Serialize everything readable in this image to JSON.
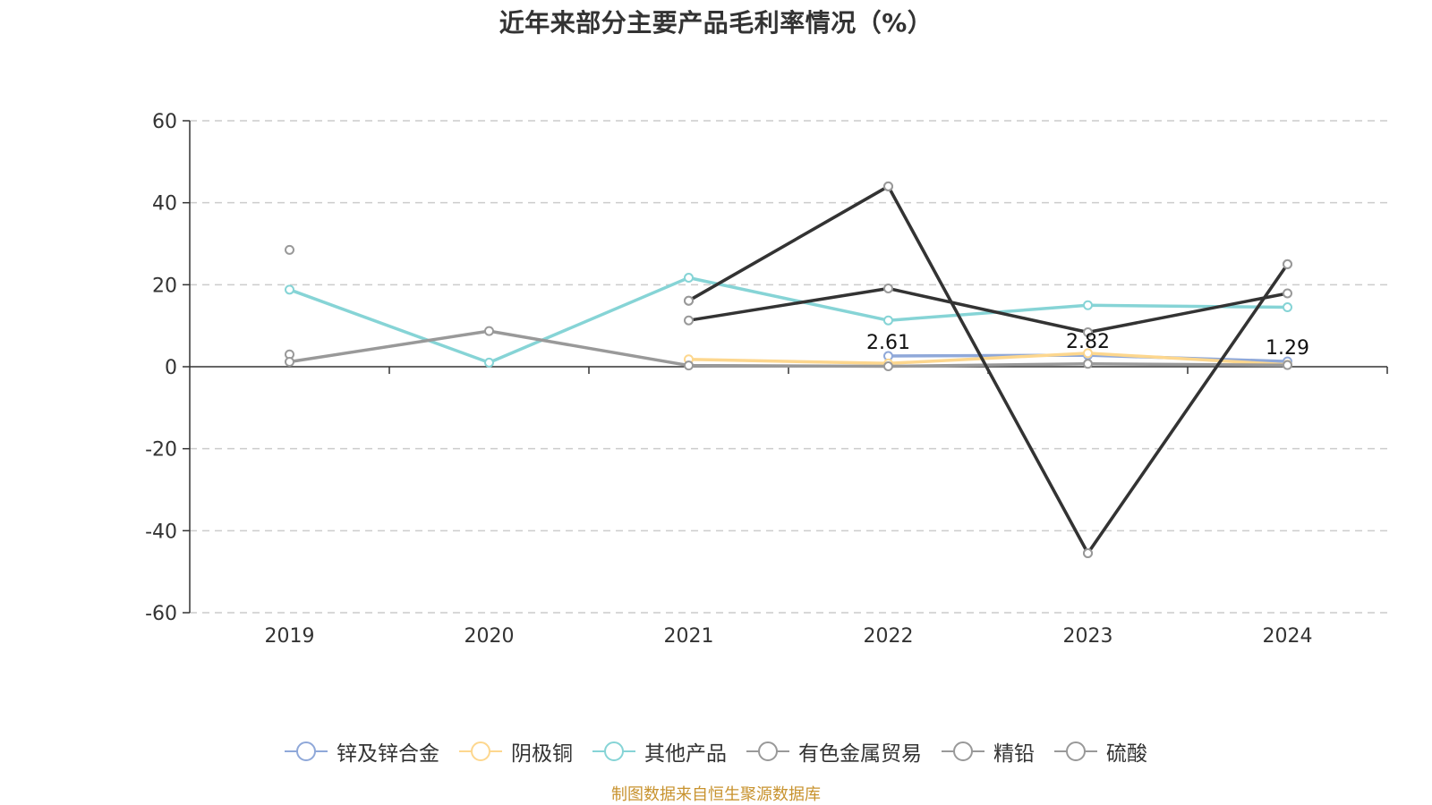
{
  "chart_data": {
    "type": "line",
    "title": "近年来部分主要产品毛利率情况（%）",
    "categories": [
      "2019",
      "2020",
      "2021",
      "2022",
      "2023",
      "2024"
    ],
    "ylim": [
      -60,
      60
    ],
    "yticks": [
      60,
      40,
      20,
      0,
      -20,
      -40,
      -60
    ],
    "grid": "horizontal-dashed",
    "legend_position": "bottom",
    "series": [
      {
        "name": "锌及锌合金",
        "color": "#8fa8d9",
        "values": [
          null,
          null,
          null,
          2.61,
          2.82,
          1.29
        ]
      },
      {
        "name": "阴极铜",
        "color": "#fdd78e",
        "values": [
          null,
          null,
          1.8,
          0.8,
          3.3,
          0.5
        ]
      },
      {
        "name": "其他产品",
        "color": "#86d4d6",
        "values": [
          18.8,
          1.0,
          21.7,
          11.3,
          15.0,
          14.5
        ]
      },
      {
        "name": "有色金属贸易",
        "color": "#999999",
        "values": [
          3.0,
          null,
          null,
          null,
          null,
          null
        ]
      },
      {
        "name": "精铅",
        "color": "#999999",
        "values": [
          28.5,
          null,
          16.1,
          44.0,
          -45.5,
          25.0
        ]
      },
      {
        "name": "硫酸",
        "color": "#999999",
        "values": [
          1.2,
          8.7,
          0.3,
          0.1,
          0.7,
          0.4
        ]
      }
    ],
    "extra_lines": [
      {
        "color": "#333333",
        "values": [
          null,
          null,
          16.1,
          44.0,
          -45.5,
          25.0
        ]
      },
      {
        "color": "#333333",
        "values": [
          null,
          null,
          11.3,
          19.1,
          8.4,
          17.9
        ]
      }
    ],
    "extra_points": [
      {
        "color": "#999999",
        "index": 0,
        "value": 28.5
      }
    ],
    "data_labels": [
      {
        "text": "2.61",
        "index": 3,
        "value": 2.61
      },
      {
        "text": "2.82",
        "index": 4,
        "value": 2.82
      },
      {
        "text": "1.29",
        "index": 5,
        "value": 1.29
      }
    ]
  },
  "source_note": "制图数据来自恒生聚源数据库"
}
